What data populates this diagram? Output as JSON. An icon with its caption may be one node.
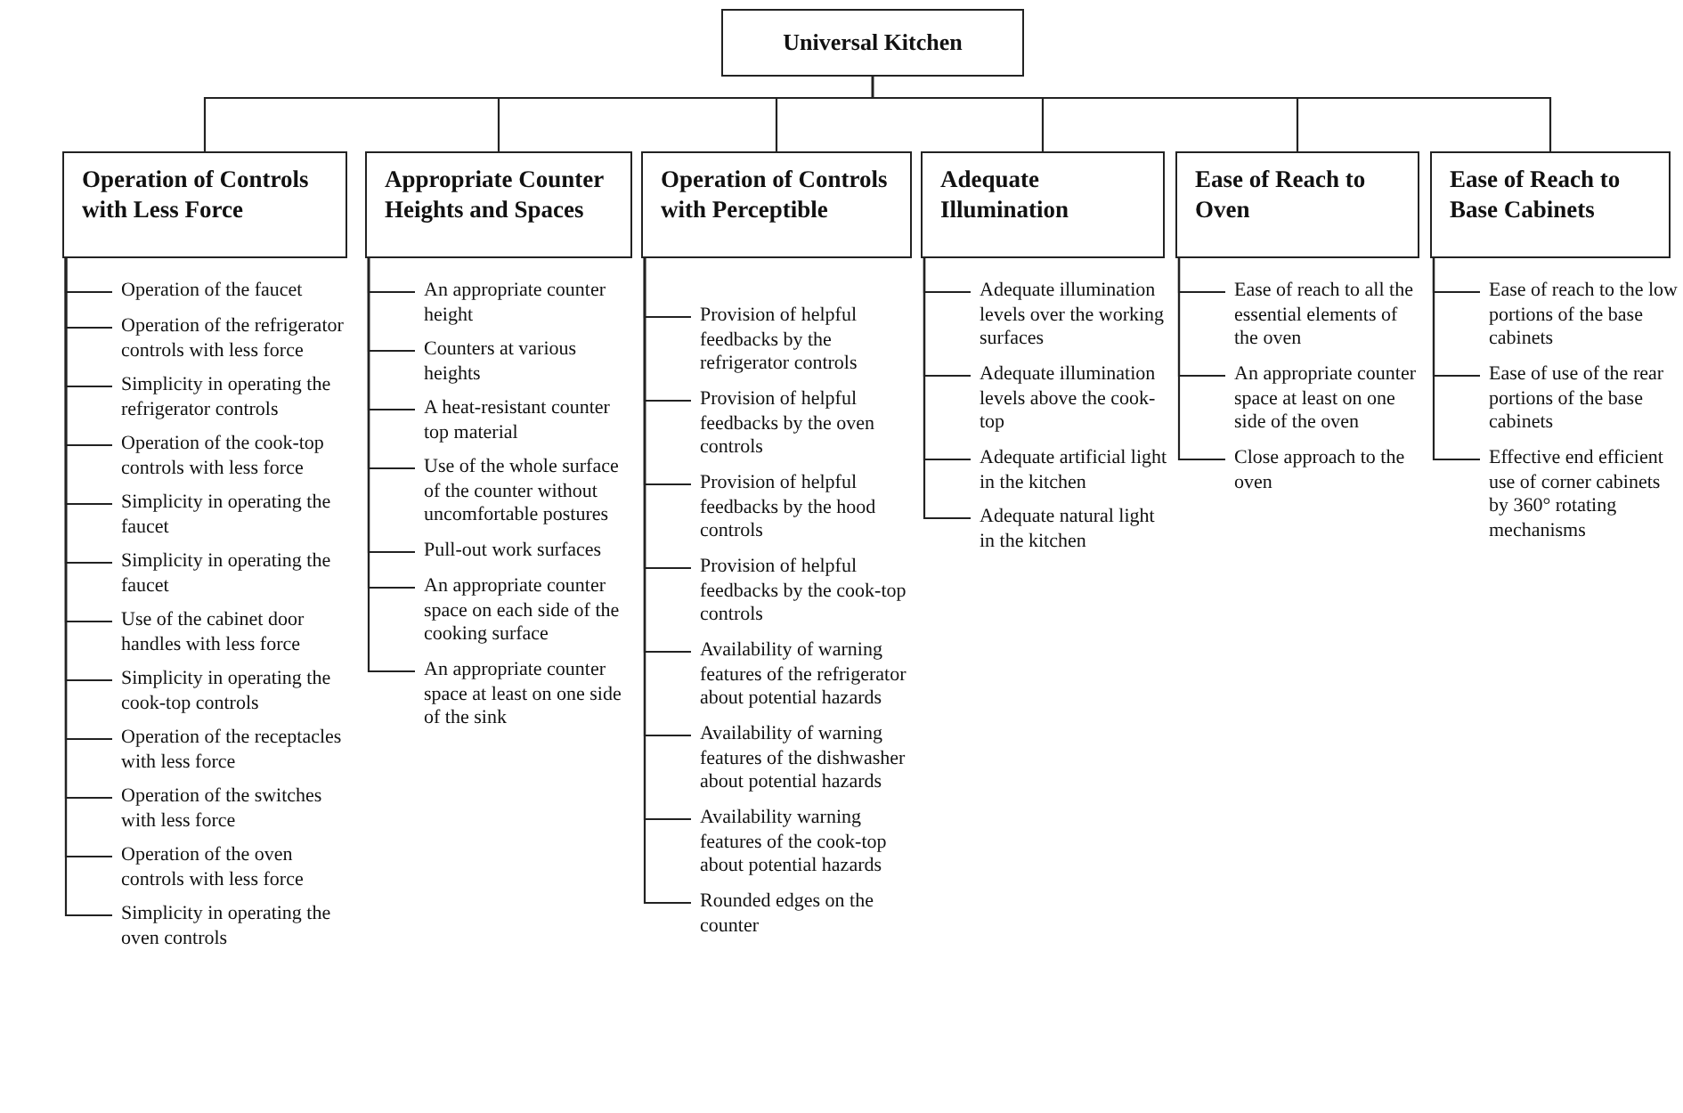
{
  "diagram": {
    "nodes": [
      {
        "text": [
          "Universal Kitchen"
        ]
      },
      {
        "text": [
          "Operation of Controls with Less Force"
        ]
      },
      {
        "text": [
          "Appropriate Counter Heights and Spaces"
        ]
      },
      {
        "text": [
          "Operation of Controls with Perceptible"
        ]
      },
      {
        "text": [
          "Adequate Illumination"
        ]
      },
      {
        "text": [
          "Ease of Reach to Oven"
        ]
      },
      {
        "text": [
          "Ease of Reach to Base Cabinets"
        ]
      },
      {
        "text": [
          "Operation of the faucet"
        ]
      },
      {
        "text": [
          "Operation of the refrigerator controls with less force"
        ]
      },
      {
        "text": [
          "Simplicity in operating the refrigerator controls"
        ]
      },
      {
        "text": [
          "Operation of the cook-top controls with less force"
        ]
      },
      {
        "text": [
          "Simplicity in operating the faucet"
        ]
      },
      {
        "text": [
          "Simplicity in operating the faucet"
        ]
      },
      {
        "text": [
          "Use of the cabinet door handles with less force"
        ]
      },
      {
        "text": [
          "Simplicity in operating the cook-top controls"
        ]
      },
      {
        "text": [
          "Operation of the receptacles with less force"
        ]
      },
      {
        "text": [
          "Operation of the switches with less force"
        ]
      },
      {
        "text": [
          "Operation of the oven controls with less force"
        ]
      },
      {
        "text": [
          "Simplicity in operating the oven controls"
        ]
      },
      {
        "text": [
          "An appropriate counter height"
        ]
      },
      {
        "text": [
          "Counters at various heights"
        ]
      },
      {
        "text": [
          "A heat-resistant counter top material"
        ]
      },
      {
        "text": [
          "Use of the whole surface of the counter without uncomfortable postures"
        ]
      },
      {
        "text": [
          "Pull-out work surfaces"
        ]
      },
      {
        "text": [
          "An appropriate counter space on each side of the cooking surface"
        ]
      },
      {
        "text": [
          "An appropriate counter space at least on one side of the sink"
        ]
      },
      {
        "text": [
          "Provision of helpful feedbacks by the refrigerator controls"
        ]
      },
      {
        "text": [
          "Provision of helpful feedbacks by the oven controls"
        ]
      },
      {
        "text": [
          "Provision of helpful feedbacks by the hood controls"
        ]
      },
      {
        "text": [
          "Provision of helpful feedbacks by the cook-top controls"
        ]
      },
      {
        "text": [
          "Availability of warning features of the refrigerator about potential hazards"
        ]
      },
      {
        "text": [
          "Availability of warning features of the dishwasher about potential hazards"
        ]
      },
      {
        "text": [
          "Availability warning features of the cook-top about potential hazards"
        ]
      },
      {
        "text": [
          "Rounded edges on the counter"
        ]
      },
      {
        "text": [
          "Adequate illumination levels over the working surfaces"
        ]
      },
      {
        "text": [
          "Adequate illumination levels above the cook-top"
        ]
      },
      {
        "text": [
          "Adequate artificial light in the kitchen"
        ]
      },
      {
        "text": [
          "Adequate natural light in the kitchen"
        ]
      },
      {
        "text": [
          "Ease of reach to all the essential elements of the oven"
        ]
      },
      {
        "text": [
          "An appropriate counter space at least on one side of the oven"
        ]
      },
      {
        "text": [
          "Close approach to the oven"
        ]
      },
      {
        "text": [
          "Ease of reach to the low portions of the base cabinets"
        ]
      },
      {
        "text": [
          "Ease of use of the rear portions of the base cabinets"
        ]
      },
      {
        "text": [
          "Effective end efficient use of corner cabinets by 360° rotating mechanisms"
        ]
      }
    ],
    "edges": [
      {
        "from": 0,
        "to": 1,
        "arrow": "none"
      },
      {
        "from": 0,
        "to": 2,
        "arrow": "none"
      },
      {
        "from": 0,
        "to": 3,
        "arrow": "none"
      },
      {
        "from": 0,
        "to": 4,
        "arrow": "none"
      },
      {
        "from": 0,
        "to": 5,
        "arrow": "none"
      },
      {
        "from": 0,
        "to": 6,
        "arrow": "none"
      },
      {
        "from": 1,
        "to": 7,
        "arrow": "none"
      },
      {
        "from": 1,
        "to": 8,
        "arrow": "none"
      },
      {
        "from": 1,
        "to": 9,
        "arrow": "none"
      },
      {
        "from": 1,
        "to": 10,
        "arrow": "none"
      },
      {
        "from": 1,
        "to": 11,
        "arrow": "none"
      },
      {
        "from": 1,
        "to": 12,
        "arrow": "none"
      },
      {
        "from": 1,
        "to": 13,
        "arrow": "none"
      },
      {
        "from": 1,
        "to": 14,
        "arrow": "none"
      },
      {
        "from": 1,
        "to": 15,
        "arrow": "none"
      },
      {
        "from": 1,
        "to": 16,
        "arrow": "none"
      },
      {
        "from": 1,
        "to": 17,
        "arrow": "none"
      },
      {
        "from": 1,
        "to": 18,
        "arrow": "none"
      },
      {
        "from": 2,
        "to": 19,
        "arrow": "none"
      },
      {
        "from": 2,
        "to": 20,
        "arrow": "none"
      },
      {
        "from": 2,
        "to": 21,
        "arrow": "none"
      },
      {
        "from": 2,
        "to": 22,
        "arrow": "none"
      },
      {
        "from": 2,
        "to": 23,
        "arrow": "none"
      },
      {
        "from": 2,
        "to": 24,
        "arrow": "none"
      },
      {
        "from": 2,
        "to": 25,
        "arrow": "none"
      },
      {
        "from": 3,
        "to": 26,
        "arrow": "none"
      },
      {
        "from": 3,
        "to": 27,
        "arrow": "none"
      },
      {
        "from": 3,
        "to": 28,
        "arrow": "none"
      },
      {
        "from": 3,
        "to": 29,
        "arrow": "none"
      },
      {
        "from": 3,
        "to": 30,
        "arrow": "none"
      },
      {
        "from": 3,
        "to": 31,
        "arrow": "none"
      },
      {
        "from": 3,
        "to": 32,
        "arrow": "none"
      },
      {
        "from": 3,
        "to": 33,
        "arrow": "none"
      },
      {
        "from": 4,
        "to": 34,
        "arrow": "none"
      },
      {
        "from": 4,
        "to": 35,
        "arrow": "none"
      },
      {
        "from": 4,
        "to": 36,
        "arrow": "none"
      },
      {
        "from": 4,
        "to": 37,
        "arrow": "none"
      },
      {
        "from": 5,
        "to": 38,
        "arrow": "none"
      },
      {
        "from": 5,
        "to": 39,
        "arrow": "none"
      },
      {
        "from": 5,
        "to": 40,
        "arrow": "none"
      },
      {
        "from": 6,
        "to": 41,
        "arrow": "none"
      },
      {
        "from": 6,
        "to": 42,
        "arrow": "none"
      },
      {
        "from": 6,
        "to": 43,
        "arrow": "none"
      }
    ]
  }
}
